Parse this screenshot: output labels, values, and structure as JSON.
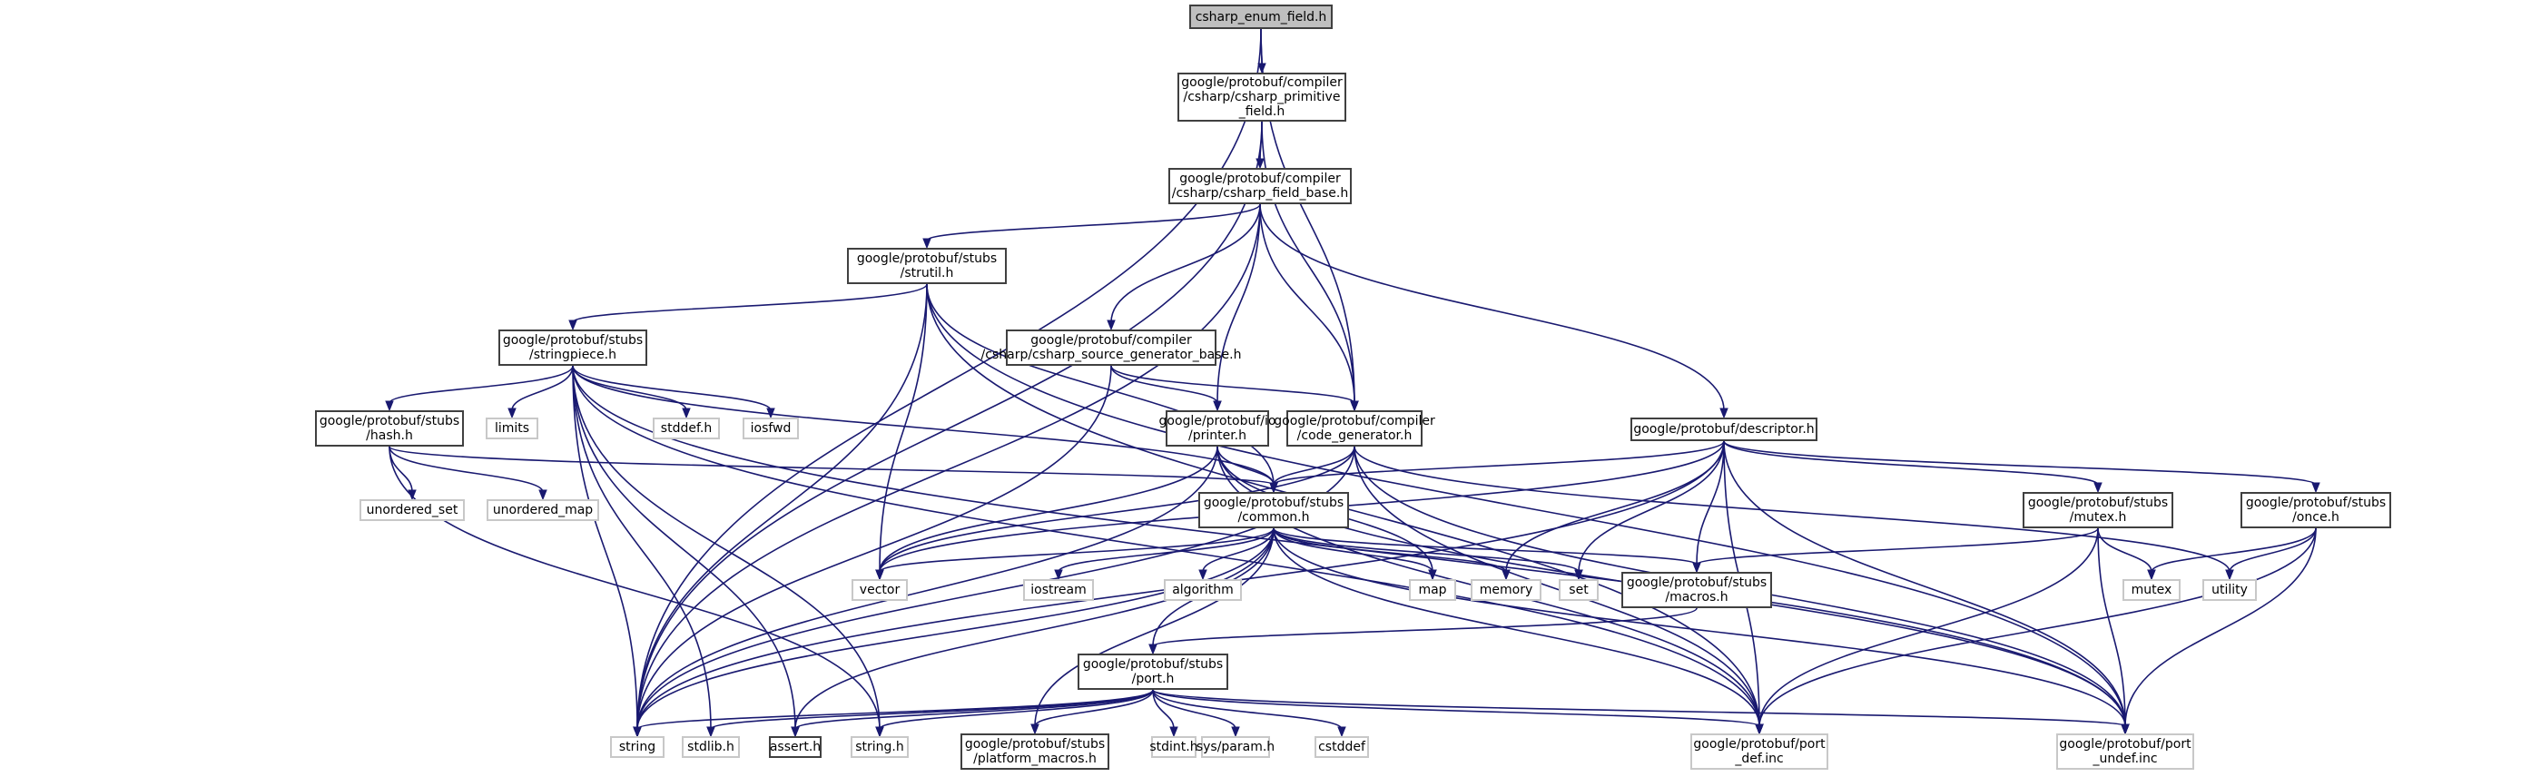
{
  "title": "csharp_enum_field.h include dependency graph",
  "colors": {
    "edge": "#191970",
    "root_fill": "#bfbfbf",
    "local_border": "#404040",
    "system_border": "#c8c8c8"
  },
  "nodes": [
    {
      "id": "root",
      "label": "csharp_enum_field.h",
      "kind": "root"
    },
    {
      "id": "prim",
      "label": "google/protobuf/compiler\n/csharp/csharp_primitive\n_field.h",
      "kind": "local"
    },
    {
      "id": "fbase",
      "label": "google/protobuf/compiler\n/csharp/csharp_field_base.h",
      "kind": "local"
    },
    {
      "id": "strutil",
      "label": "google/protobuf/stubs\n/strutil.h",
      "kind": "local"
    },
    {
      "id": "sp",
      "label": "google/protobuf/stubs\n/stringpiece.h",
      "kind": "local"
    },
    {
      "id": "srcgen",
      "label": "google/protobuf/compiler\n/csharp/csharp_source_generator_base.h",
      "kind": "local"
    },
    {
      "id": "hash",
      "label": "google/protobuf/stubs\n/hash.h",
      "kind": "local"
    },
    {
      "id": "limits",
      "label": "limits",
      "kind": "system"
    },
    {
      "id": "stddef",
      "label": "stddef.h",
      "kind": "system"
    },
    {
      "id": "iosfwd",
      "label": "iosfwd",
      "kind": "system"
    },
    {
      "id": "printer",
      "label": "google/protobuf/io\n/printer.h",
      "kind": "local"
    },
    {
      "id": "codegen",
      "label": "google/protobuf/compiler\n/code_generator.h",
      "kind": "local"
    },
    {
      "id": "desc",
      "label": "google/protobuf/descriptor.h",
      "kind": "local"
    },
    {
      "id": "uset",
      "label": "unordered_set",
      "kind": "system"
    },
    {
      "id": "umap",
      "label": "unordered_map",
      "kind": "system"
    },
    {
      "id": "common",
      "label": "google/protobuf/stubs\n/common.h",
      "kind": "local"
    },
    {
      "id": "mutexh",
      "label": "google/protobuf/stubs\n/mutex.h",
      "kind": "local"
    },
    {
      "id": "once",
      "label": "google/protobuf/stubs\n/once.h",
      "kind": "local"
    },
    {
      "id": "vector",
      "label": "vector",
      "kind": "system"
    },
    {
      "id": "iostream",
      "label": "iostream",
      "kind": "system"
    },
    {
      "id": "algorithm",
      "label": "algorithm",
      "kind": "system"
    },
    {
      "id": "map",
      "label": "map",
      "kind": "system"
    },
    {
      "id": "memory",
      "label": "memory",
      "kind": "system"
    },
    {
      "id": "set",
      "label": "set",
      "kind": "system"
    },
    {
      "id": "macros",
      "label": "google/protobuf/stubs\n/macros.h",
      "kind": "local"
    },
    {
      "id": "mutex",
      "label": "mutex",
      "kind": "system"
    },
    {
      "id": "utility",
      "label": "utility",
      "kind": "system"
    },
    {
      "id": "port",
      "label": "google/protobuf/stubs\n/port.h",
      "kind": "local"
    },
    {
      "id": "string",
      "label": "string",
      "kind": "system"
    },
    {
      "id": "stdlib",
      "label": "stdlib.h",
      "kind": "system"
    },
    {
      "id": "assert",
      "label": "assert.h",
      "kind": "local"
    },
    {
      "id": "stringh",
      "label": "string.h",
      "kind": "system"
    },
    {
      "id": "platmac",
      "label": "google/protobuf/stubs\n/platform_macros.h",
      "kind": "local"
    },
    {
      "id": "stdint",
      "label": "stdint.h",
      "kind": "system"
    },
    {
      "id": "sysparam",
      "label": "sys/param.h",
      "kind": "system"
    },
    {
      "id": "cstddef",
      "label": "cstddef",
      "kind": "system"
    },
    {
      "id": "portdef",
      "label": "google/protobuf/port\n_def.inc",
      "kind": "system"
    },
    {
      "id": "portundef",
      "label": "google/protobuf/port\n_undef.inc",
      "kind": "system"
    }
  ],
  "edges": [
    [
      "root",
      "prim"
    ],
    [
      "root",
      "string"
    ],
    [
      "root",
      "codegen"
    ],
    [
      "prim",
      "fbase"
    ],
    [
      "prim",
      "string"
    ],
    [
      "prim",
      "codegen"
    ],
    [
      "fbase",
      "strutil"
    ],
    [
      "fbase",
      "srcgen"
    ],
    [
      "fbase",
      "printer"
    ],
    [
      "fbase",
      "codegen"
    ],
    [
      "fbase",
      "desc"
    ],
    [
      "fbase",
      "string"
    ],
    [
      "strutil",
      "sp"
    ],
    [
      "strutil",
      "common"
    ],
    [
      "strutil",
      "vector"
    ],
    [
      "strutil",
      "string"
    ],
    [
      "strutil",
      "portdef"
    ],
    [
      "strutil",
      "portundef"
    ],
    [
      "sp",
      "limits"
    ],
    [
      "sp",
      "stddef"
    ],
    [
      "sp",
      "iosfwd"
    ],
    [
      "sp",
      "hash"
    ],
    [
      "sp",
      "common"
    ],
    [
      "sp",
      "string"
    ],
    [
      "sp",
      "stdlib"
    ],
    [
      "sp",
      "assert"
    ],
    [
      "sp",
      "stringh"
    ],
    [
      "sp",
      "portdef"
    ],
    [
      "sp",
      "portundef"
    ],
    [
      "srcgen",
      "printer"
    ],
    [
      "srcgen",
      "codegen"
    ],
    [
      "srcgen",
      "string"
    ],
    [
      "hash",
      "uset"
    ],
    [
      "hash",
      "umap"
    ],
    [
      "hash",
      "common"
    ],
    [
      "hash",
      "stringh"
    ],
    [
      "printer",
      "common"
    ],
    [
      "printer",
      "vector"
    ],
    [
      "printer",
      "map"
    ],
    [
      "printer",
      "string"
    ],
    [
      "printer",
      "portdef"
    ],
    [
      "printer",
      "portundef"
    ],
    [
      "codegen",
      "common"
    ],
    [
      "codegen",
      "vector"
    ],
    [
      "codegen",
      "string"
    ],
    [
      "codegen",
      "utility"
    ],
    [
      "codegen",
      "portdef"
    ],
    [
      "codegen",
      "portundef"
    ],
    [
      "desc",
      "common"
    ],
    [
      "desc",
      "mutexh"
    ],
    [
      "desc",
      "once"
    ],
    [
      "desc",
      "vector"
    ],
    [
      "desc",
      "memory"
    ],
    [
      "desc",
      "set"
    ],
    [
      "desc",
      "macros"
    ],
    [
      "desc",
      "string"
    ],
    [
      "desc",
      "portdef"
    ],
    [
      "desc",
      "portundef"
    ],
    [
      "common",
      "vector"
    ],
    [
      "common",
      "iostream"
    ],
    [
      "common",
      "algorithm"
    ],
    [
      "common",
      "map"
    ],
    [
      "common",
      "memory"
    ],
    [
      "common",
      "set"
    ],
    [
      "common",
      "macros"
    ],
    [
      "common",
      "port"
    ],
    [
      "common",
      "string"
    ],
    [
      "common",
      "assert"
    ],
    [
      "common",
      "platmac"
    ],
    [
      "common",
      "portdef"
    ],
    [
      "common",
      "portundef"
    ],
    [
      "mutexh",
      "mutex"
    ],
    [
      "mutexh",
      "macros"
    ],
    [
      "mutexh",
      "portdef"
    ],
    [
      "mutexh",
      "portundef"
    ],
    [
      "once",
      "mutex"
    ],
    [
      "once",
      "utility"
    ],
    [
      "once",
      "portdef"
    ],
    [
      "once",
      "portundef"
    ],
    [
      "macros",
      "port"
    ],
    [
      "port",
      "string"
    ],
    [
      "port",
      "stdlib"
    ],
    [
      "port",
      "assert"
    ],
    [
      "port",
      "stringh"
    ],
    [
      "port",
      "platmac"
    ],
    [
      "port",
      "stdint"
    ],
    [
      "port",
      "sysparam"
    ],
    [
      "port",
      "cstddef"
    ],
    [
      "port",
      "portdef"
    ],
    [
      "port",
      "portundef"
    ]
  ]
}
